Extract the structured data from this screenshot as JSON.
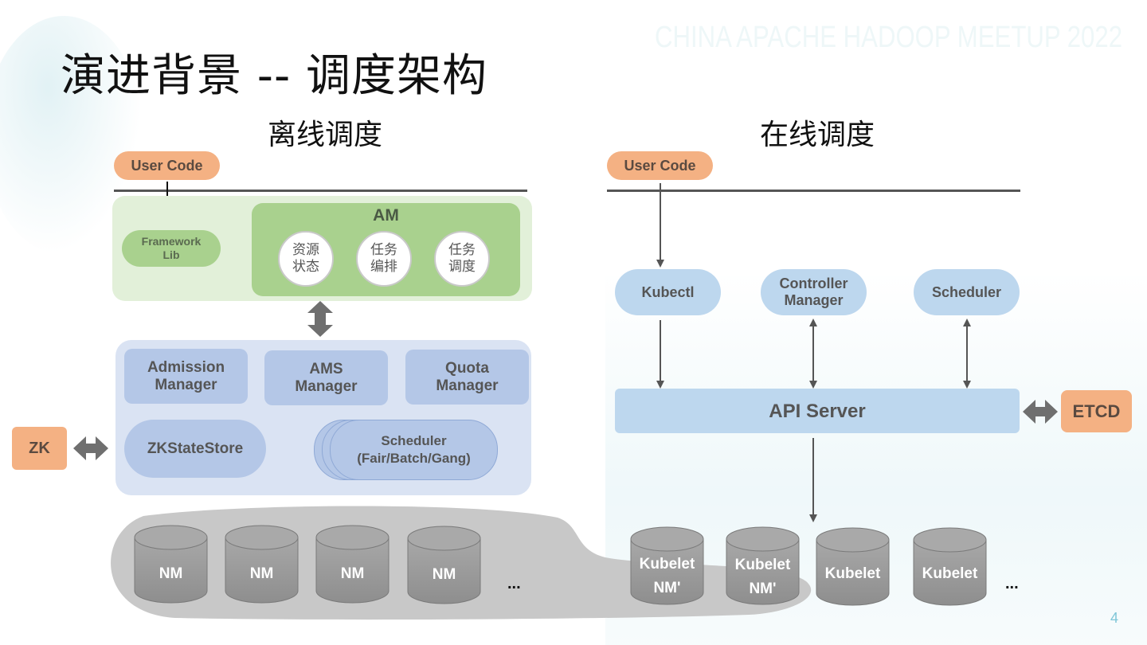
{
  "slide": {
    "title": "演进背景 -- 调度架构",
    "watermark": "CHINA APACHE HADOOP MEETUP 2022",
    "page_number": "4"
  },
  "offline": {
    "section_title": "离线调度",
    "user_code": "User Code",
    "framework_lib": [
      "Framework",
      "Lib"
    ],
    "am": {
      "label": "AM",
      "circles": [
        {
          "line1": "资源",
          "line2": "状态"
        },
        {
          "line1": "任务",
          "line2": "编排"
        },
        {
          "line1": "任务",
          "line2": "调度"
        }
      ]
    },
    "rm_components": [
      {
        "line1": "Admission",
        "line2": "Manager"
      },
      {
        "line1": "AMS",
        "line2": "Manager"
      },
      {
        "line1": "Quota",
        "line2": "Manager"
      }
    ],
    "zk_state_store": "ZKStateStore",
    "scheduler": {
      "line1": "Scheduler",
      "line2": "(Fair/Batch/Gang)"
    },
    "zk": "ZK",
    "nodes": [
      "NM",
      "NM",
      "NM",
      "NM"
    ],
    "more": "..."
  },
  "online": {
    "section_title": "在线调度",
    "user_code": "User Code",
    "components": [
      {
        "line1": "Kubectl",
        "line2": ""
      },
      {
        "line1": "Controller",
        "line2": "Manager"
      },
      {
        "line1": "Scheduler",
        "line2": ""
      }
    ],
    "api_server": "API Server",
    "etcd": "ETCD",
    "nodes": [
      {
        "line1": "Kubelet",
        "line2": "NM'"
      },
      {
        "line1": "Kubelet",
        "line2": "NM'"
      },
      {
        "line1": "Kubelet",
        "line2": ""
      },
      {
        "line1": "Kubelet",
        "line2": ""
      }
    ],
    "more": "..."
  },
  "colors": {
    "orange": "#f4b183",
    "green_outer": "#e2f0d9",
    "green_inner": "#a9d18e",
    "blue_outer": "#dae3f3",
    "blue_box": "#b4c7e7",
    "k8s_blue": "#bdd7ee",
    "cylinder_gray": "#a6a6a6",
    "pool_gray": "#c8c8c8"
  }
}
